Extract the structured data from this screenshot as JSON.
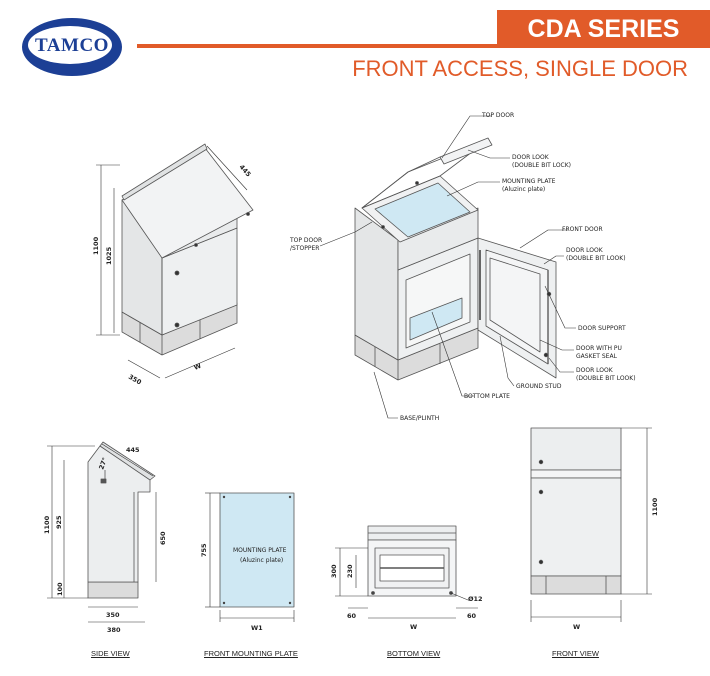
{
  "header": {
    "logo_text": "TAMCO",
    "series_title": "CDA SERIES",
    "subtitle": "FRONT ACCESS, SINGLE DOOR"
  },
  "iso_dims": {
    "d445": "445",
    "d1100": "1100",
    "d1025": "1025",
    "d350": "350",
    "w": "W"
  },
  "callouts": {
    "top_door": "TOP DOOR",
    "door_lock_1_line1": "DOOR LOOK",
    "door_lock_1_line2": "(DOUBLE BIT LOCK)",
    "mounting_plate_line1": "MOUNTING PLATE",
    "mounting_plate_line2": "(Aluzinc plate)",
    "top_door_stopper_line1": "TOP DOOR",
    "top_door_stopper_line2": "/STOPPER",
    "front_door": "FRONT DOOR",
    "door_lock_2_line1": "DOOR LOOK",
    "door_lock_2_line2": "(DOUBLE BIT LOOK)",
    "door_support": "DOOR SUPPORT",
    "door_pu_line1": "DOOR WITH PU",
    "door_pu_line2": "GASKET SEAL",
    "door_lock_3_line1": "DOOR LOOK",
    "door_lock_3_line2": "(DOUBLE BIT LOOK)",
    "ground_stud": "GROUND STUD",
    "bottom_plate": "BOTTOM PLATE",
    "base_plinth": "BASE/PLINTH"
  },
  "side_view": {
    "d445": "445",
    "angle": "27°",
    "d1100": "1100",
    "d925": "925",
    "d650": "650",
    "d100": "100",
    "d350": "350",
    "d380": "380",
    "title": "SIDE VIEW"
  },
  "mounting_plate_view": {
    "label_line1": "MOUNTING PLATE",
    "label_line2": "(Aluzinc plate)",
    "d755": "755",
    "w1": "W1",
    "title": "FRONT MOUNTING PLATE"
  },
  "bottom_view": {
    "d300": "300",
    "d230": "230",
    "d60_left": "60",
    "d60_right": "60",
    "w": "W",
    "d12": "Ø12",
    "title": "BOTTOM VIEW"
  },
  "front_view": {
    "d1100": "1100",
    "w": "W",
    "title": "FRONT VIEW"
  },
  "colors": {
    "accent": "#e15b29",
    "brand": "#1c3f95",
    "plate": "#cfe8f3",
    "panel": "#e9ebec",
    "panel_light": "#f4f5f6",
    "base": "#dcdcdc"
  }
}
